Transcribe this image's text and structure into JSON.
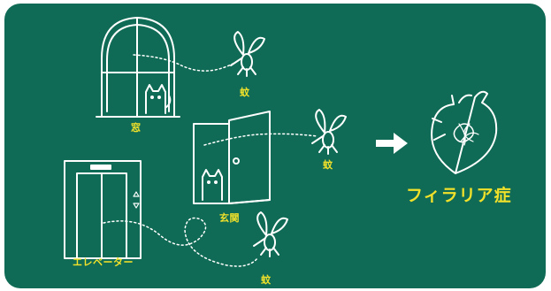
{
  "labels": {
    "window": "窓",
    "front_door": "玄関",
    "elevator": "エレベーター",
    "mosquito": "蚊",
    "disease": "フィラリア症"
  },
  "colors": {
    "board": "#0f6b55",
    "line": "#ffffff",
    "label": "#f2e12a"
  },
  "icons": [
    "window-illustration",
    "cat-icon",
    "door-illustration",
    "elevator-illustration",
    "mosquito-icon",
    "arrow-right-icon",
    "heart-worm-icon"
  ]
}
